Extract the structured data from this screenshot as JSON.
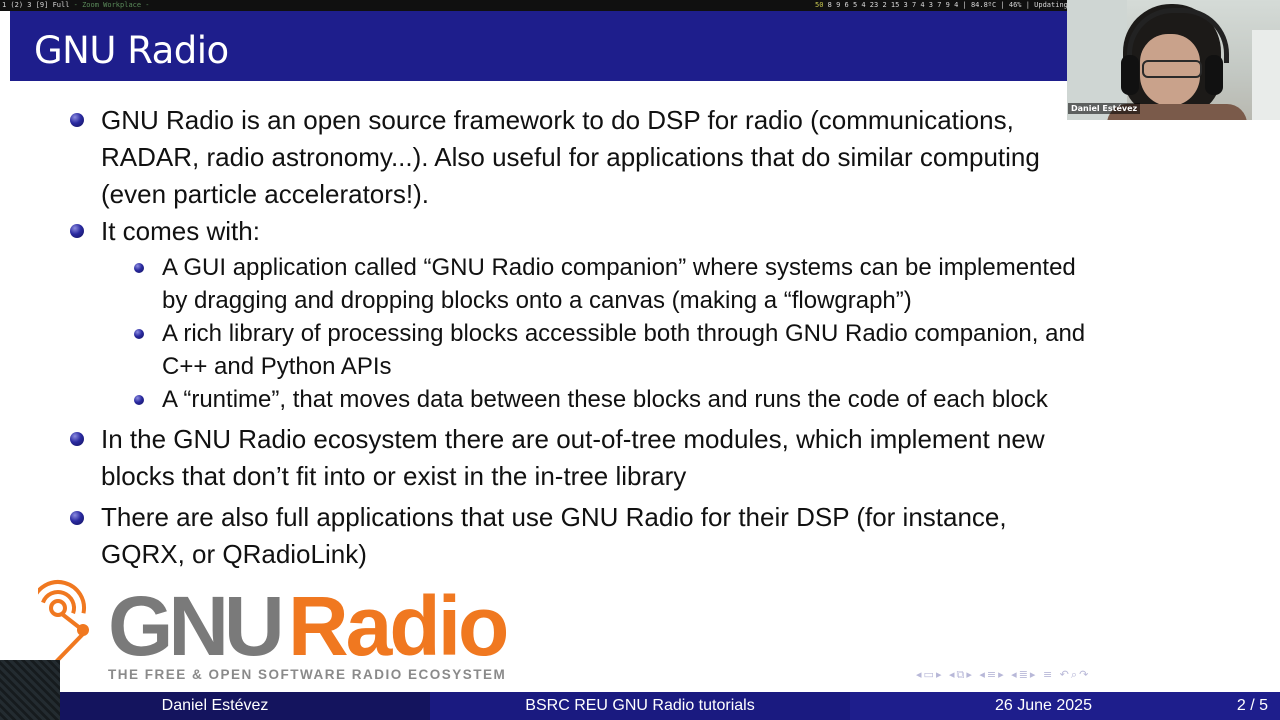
{
  "system_bar": {
    "workspaces": "1 (2) 3 [9] Full",
    "window_title": "- Zoom Workplace -",
    "status_count": "50",
    "status_text": " 8 9 6 5 4 23 2 15 3 7 4 3 7 9 4 | 84.8ºC | 46% | Updating..."
  },
  "slide": {
    "title": "GNU Radio",
    "bullets": [
      {
        "lines": [
          "GNU Radio is an open source framework to do DSP for radio (communications,",
          "RADAR, radio astronomy...). Also useful for applications that do similar computing",
          "(even particle accelerators!)."
        ]
      },
      {
        "lines": [
          "It comes with:"
        ],
        "sub": [
          {
            "lines": [
              "A GUI application called “GNU Radio companion” where systems can be implemented",
              "by dragging and dropping blocks onto a canvas (making a “flowgraph”)"
            ]
          },
          {
            "lines": [
              "A rich library of processing blocks accessible both through GNU Radio companion, and",
              "C++ and Python APIs"
            ]
          },
          {
            "lines": [
              "A “runtime”, that moves data between these blocks and runs the code of each block"
            ]
          }
        ]
      },
      {
        "lines": [
          "In the GNU Radio ecosystem there are out-of-tree modules, which implement new",
          "blocks that don’t fit into or exist in the in-tree library"
        ]
      },
      {
        "lines": [
          "There are also full applications that use GNU Radio for their DSP (for instance,",
          "GQRX, or QRadioLink)"
        ]
      }
    ],
    "logo": {
      "word1": "GNU",
      "word2": "Radio",
      "tagline": "THE FREE & OPEN SOFTWARE RADIO ECOSYSTEM"
    }
  },
  "webcam": {
    "participant_name": "Daniel Estévez"
  },
  "footer": {
    "author": "Daniel Estévez",
    "event": "BSRC REU GNU Radio tutorials",
    "date": "26 June 2025",
    "page": "2 / 5"
  },
  "colors": {
    "title_bar": "#1e1e8c",
    "footer_left": "#14145e",
    "footer_mid": "#1a1a80",
    "logo_orange": "#f07820",
    "logo_gray": "#7a7a7a"
  }
}
